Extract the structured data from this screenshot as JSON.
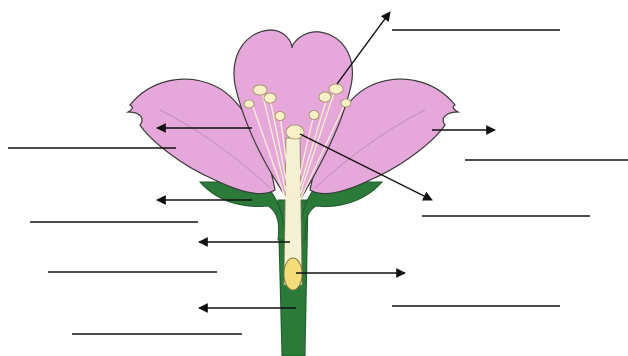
{
  "diagram": {
    "subject": "flower-cross-section",
    "label_blanks": [
      {
        "id": "blank-top-right",
        "text": ""
      },
      {
        "id": "blank-left-upper",
        "text": ""
      },
      {
        "id": "blank-right-upper",
        "text": ""
      },
      {
        "id": "blank-left-middle",
        "text": ""
      },
      {
        "id": "blank-right-middle",
        "text": ""
      },
      {
        "id": "blank-left-lower",
        "text": ""
      },
      {
        "id": "blank-right-lower",
        "text": ""
      },
      {
        "id": "blank-left-bottom",
        "text": ""
      }
    ],
    "colors": {
      "petal": "#e6a8db",
      "petal_outline": "#3a3a3a",
      "sepal": "#2c7a3a",
      "stem": "#2c7a3a",
      "style": "#f4f1d4",
      "anther": "#f7f0c8",
      "filament": "#f8ecd2",
      "ovary": "#f2dd7a",
      "line": "#111111"
    }
  }
}
